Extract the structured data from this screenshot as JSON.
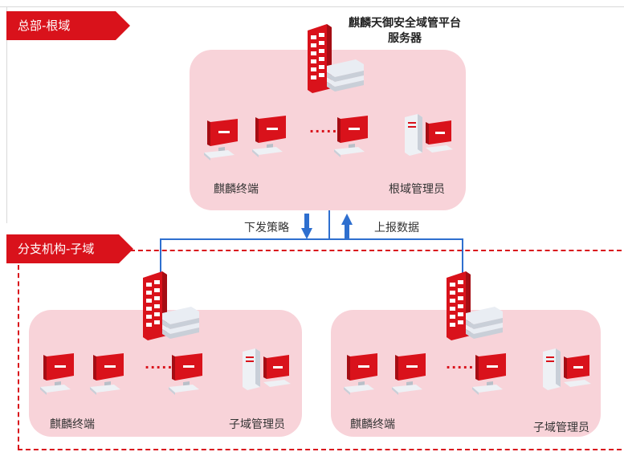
{
  "banners": {
    "root": "总部-根域",
    "branch": "分支机构-子域"
  },
  "platform": {
    "title_line1": "麒麟天御安全域管平台",
    "title_line2": "服务器"
  },
  "root_zone": {
    "terminal_label": "麒麟终端",
    "admin_label": "根域管理员",
    "ellipsis": "......"
  },
  "flow": {
    "down_label": "下发策略",
    "up_label": "上报数据"
  },
  "branch_zones": [
    {
      "terminal_label": "麒麟终端",
      "admin_label": "子域管理员",
      "ellipsis": "......"
    },
    {
      "terminal_label": "麒麟终端",
      "admin_label": "子域管理员",
      "ellipsis": "......"
    }
  ],
  "colors": {
    "brand_red": "#d9121b",
    "zone_pink": "#f8d3d9",
    "connector_blue": "#2e6fcf"
  }
}
